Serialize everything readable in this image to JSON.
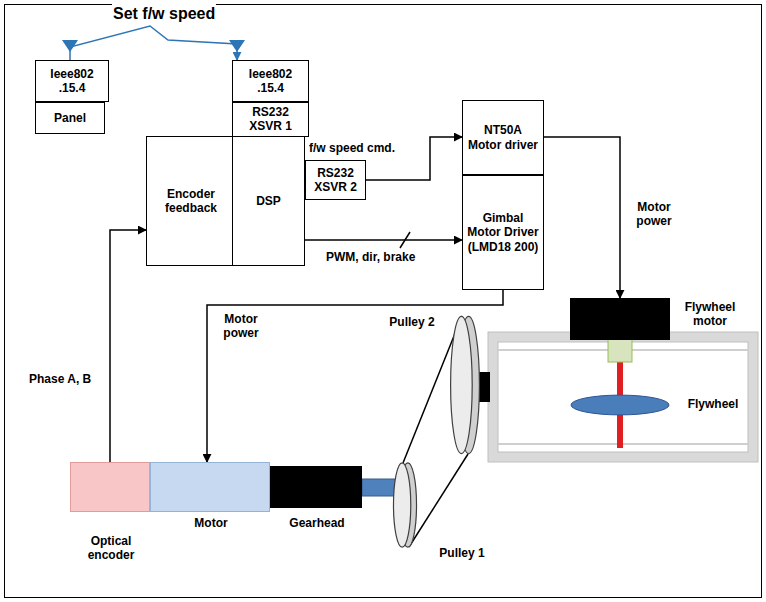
{
  "diagram": {
    "nodes": [
      {
        "text": [
          "Ieee802 .15.4"
        ]
      },
      {
        "text": [
          "Panel"
        ]
      },
      {
        "text": [
          "Ieee802 .15.4"
        ]
      },
      {
        "text": [
          "RS232 XSVR 1"
        ]
      },
      {
        "text": [
          "Encoder feedback"
        ]
      },
      {
        "text": [
          "DSP"
        ]
      },
      {
        "text": [
          "RS232 XSVR 2"
        ]
      },
      {
        "text": [
          "NT50A Motor driver"
        ]
      },
      {
        "text": [
          "Gimbal Motor Driver (LMD18 200)"
        ]
      },
      {
        "text": [
          "Flywheel motor"
        ]
      },
      {
        "text": [
          "Pulley 2"
        ]
      },
      {
        "text": [
          "Flywheel"
        ]
      },
      {
        "text": [
          "Optical encoder"
        ]
      },
      {
        "text": [
          "Motor"
        ]
      },
      {
        "text": [
          "Gearhead"
        ]
      },
      {
        "text": [
          "Pulley 1"
        ]
      }
    ],
    "edges": [
      {
        "from": 0,
        "to": 2,
        "label": "Set f/w speed",
        "arrow": "to"
      },
      {
        "from": 6,
        "to": 7,
        "label": "f/w speed cmd.",
        "arrow": "to"
      },
      {
        "from": 5,
        "to": 8,
        "label": "PWM, dir, brake",
        "arrow": "to"
      },
      {
        "from": 7,
        "to": 9,
        "label": "Motor power",
        "arrow": "to"
      },
      {
        "from": 8,
        "to": 13,
        "label": "Motor power",
        "arrow": "to"
      },
      {
        "from": 12,
        "to": 4,
        "label": "Phase A, B",
        "arrow": "to"
      }
    ]
  }
}
